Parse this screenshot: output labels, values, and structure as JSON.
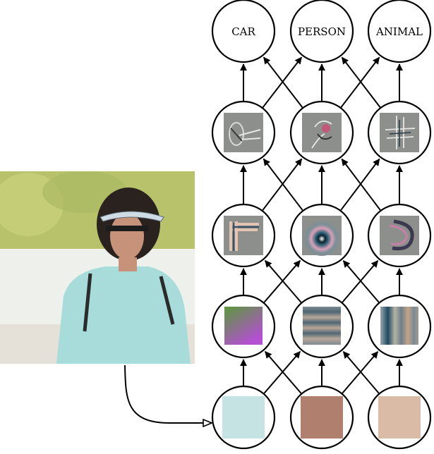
{
  "output_labels": [
    "CAR",
    "PERSON",
    "ANIMAL"
  ],
  "colors": {
    "pixel_1": "#c4e3e2",
    "pixel_2": "#b07f6e",
    "pixel_3": "#d9bba6",
    "edge": "#000000",
    "photo_sky": "#f3f1ea",
    "photo_shirt": "#a7dcdb",
    "photo_hair": "#2a221f",
    "photo_skin": "#c7927a",
    "photo_foliage": "#b7c26b"
  },
  "icons": {
    "input_pixels": [
      "teal-pixel-swatch",
      "brown-pixel-swatch",
      "tan-pixel-swatch"
    ],
    "layer_1_features": [
      "green-purple-gradient-feature",
      "horizontal-stripes-feature",
      "vertical-stripes-feature"
    ],
    "layer_2_features": [
      "corner-texture-feature",
      "eye-blob-feature",
      "curved-stroke-feature"
    ],
    "layer_3_features": [
      "wheel-part-feature",
      "face-part-feature",
      "animal-part-feature"
    ],
    "input_photo": "woman-in-cap-photo",
    "input_arrow": "open-head-arrow-icon"
  }
}
